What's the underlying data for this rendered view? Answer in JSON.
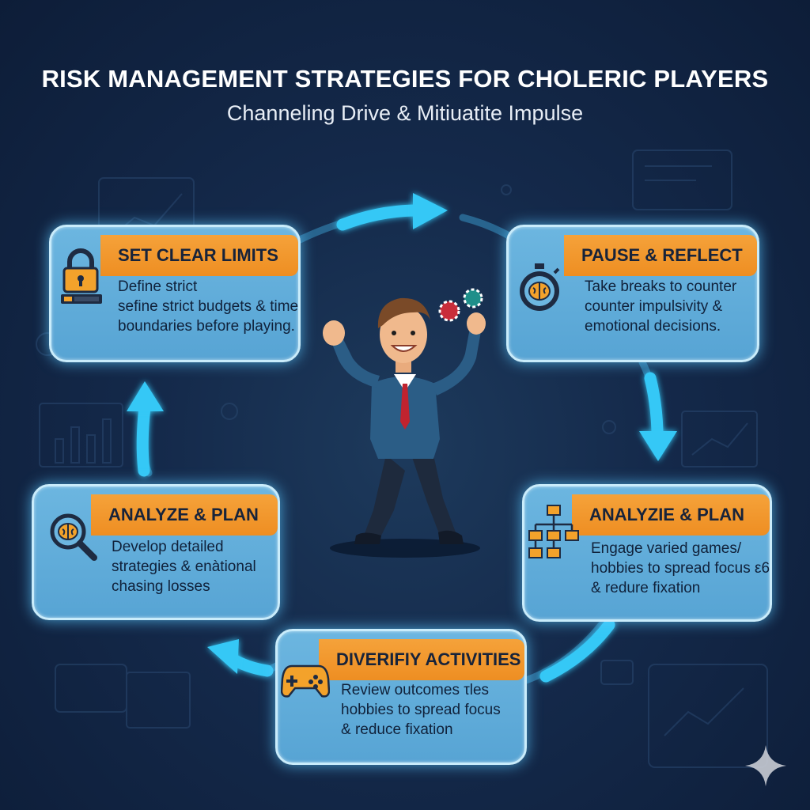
{
  "header": {
    "title": "RISK MANAGEMENT STRATEGIES FOR CHOLERIC PLAYERS",
    "subtitle": "Channeling Drive & Mitiuatite Impulse"
  },
  "cards": [
    {
      "title": "SET CLEAR LIMITS",
      "icon": "padlock-icon",
      "lines": [
        "Define strict",
        "sefine strict budgets & time",
        "boundaries before playing."
      ]
    },
    {
      "title": "PAUSE & REFLECT",
      "icon": "stopwatch-brain-icon",
      "lines": [
        "Take breaks to counter",
        "counter impulsivity &",
        "emotional decisions."
      ]
    },
    {
      "title": "ANALYZIE & PLAN",
      "icon": "flowchart-icon",
      "lines": [
        "Engage varied games/",
        "hobbies to spread focus ε6",
        "& redure fixation"
      ]
    },
    {
      "title": "DIVERIFIY ACTIVITIES",
      "icon": "gamepad-icon",
      "lines": [
        "Review outcomes τles",
        "hobbies to spread focus",
        "& reduce fixation"
      ]
    },
    {
      "title": "ANALYZE & PLAN",
      "icon": "magnifier-brain-icon",
      "lines": [
        "Develop detailed",
        "strategies & enàtional",
        "chasing losses"
      ]
    }
  ],
  "colors": {
    "background": "#14294a",
    "card": "#5fabda",
    "header": "#f29a2e",
    "arrow": "#38c8f5"
  }
}
